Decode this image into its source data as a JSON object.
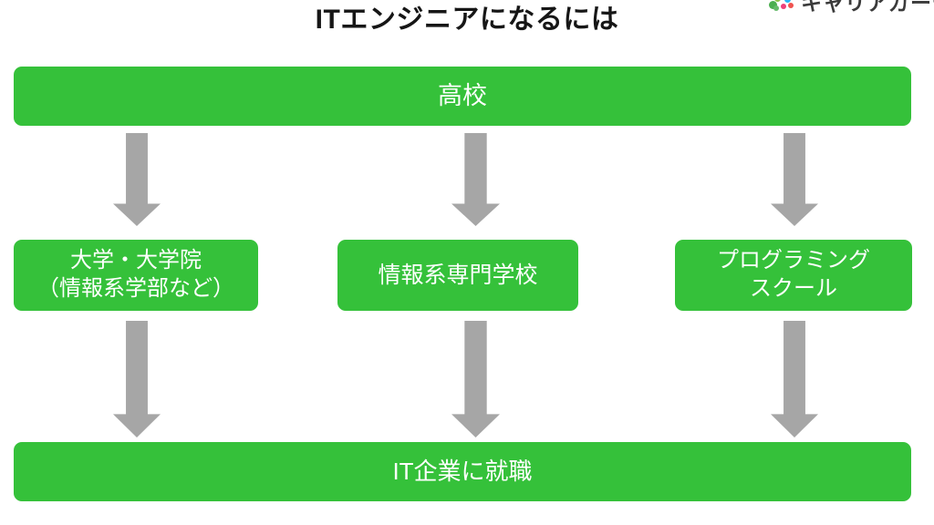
{
  "slide": {
    "title": "ITエンジニアになるには",
    "background_color": "#ffffff"
  },
  "brand": {
    "name": "キャリアガーデン",
    "logo_icon": "dot-cluster-logo-icon"
  },
  "colors": {
    "node_green": "#35c13a",
    "arrow_gray": "#a6a6a6",
    "node_text": "#ffffff",
    "title_text": "#161616"
  },
  "flow": {
    "start": {
      "id": "highschool",
      "label": "高校"
    },
    "paths": [
      {
        "id": "university",
        "label": "大学・大学院\n（情報系学部など）"
      },
      {
        "id": "vocational",
        "label": "情報系専門学校"
      },
      {
        "id": "programming",
        "label": "プログラミング\nスクール"
      }
    ],
    "end": {
      "id": "employment",
      "label": "IT企業に就職"
    },
    "connectors": [
      {
        "id": "highschool-to-university",
        "direction": "down"
      },
      {
        "id": "highschool-to-vocational",
        "direction": "down"
      },
      {
        "id": "highschool-to-programming",
        "direction": "down"
      },
      {
        "id": "university-to-employment",
        "direction": "down"
      },
      {
        "id": "vocational-to-employment",
        "direction": "down"
      },
      {
        "id": "programming-to-employment",
        "direction": "down"
      }
    ]
  }
}
